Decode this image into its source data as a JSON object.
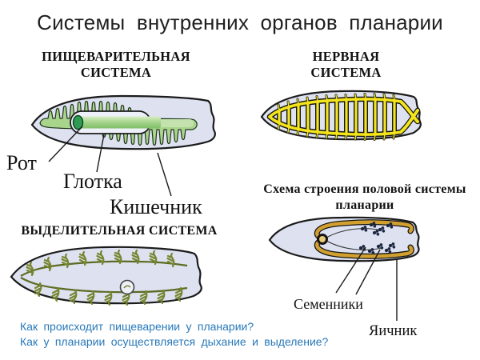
{
  "title": "Системы внутренних органов планарии",
  "sections": {
    "digestive": {
      "heading": "ПИЩЕВАРИТЕЛЬНАЯ СИСТЕМА",
      "labels": {
        "mouth": "Рот",
        "pharynx": "Глотка",
        "intestine": "Кишечник"
      }
    },
    "nervous": {
      "heading": "НЕРВНАЯ СИСТЕМА"
    },
    "excretory": {
      "heading": "ВЫДЕЛИТЕЛЬНАЯ СИСТЕМА"
    },
    "reproductive": {
      "heading": "Схема строения половой системы планарии",
      "labels": {
        "testes": "Семенники",
        "ovary": "Яичник"
      }
    }
  },
  "questions": [
    "Как происходит пищеварении у планарии?",
    "Как у планарии осуществляется дыхание и выделение?"
  ],
  "colors": {
    "body_fill": "#dde1f0",
    "outline": "#1b1b1b",
    "intestine_green": "#a9d48c",
    "pharynx_cap_green": "#2f9b52",
    "nerve_yellow": "#f3e41c",
    "excretory_olive": "#76852e",
    "reproductive_gold": "#d1a02f",
    "testis_dark": "#1d2741",
    "question_blue": "#2878b8"
  }
}
